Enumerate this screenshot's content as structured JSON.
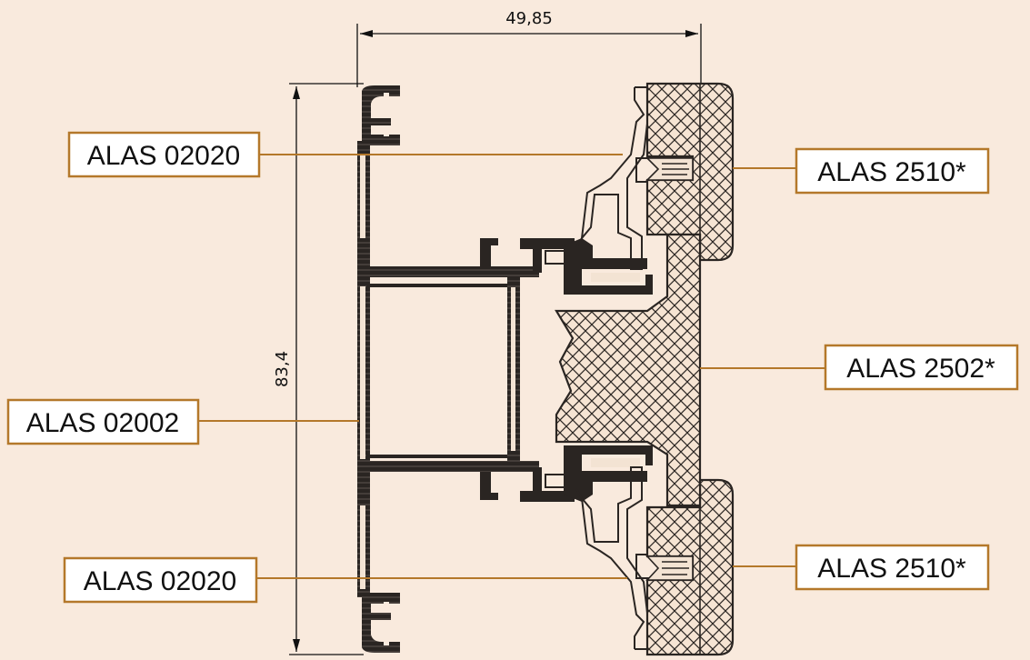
{
  "dimensions": {
    "width_label": "49,85",
    "height_label": "83,4"
  },
  "callouts": {
    "top_left": "ALAS 02020",
    "middle_left": "ALAS 02002",
    "bottom_left": "ALAS 02020",
    "top_right": "ALAS 2510*",
    "middle_right": "ALAS 2502*",
    "bottom_right": "ALAS 2510*"
  },
  "colors": {
    "background": "#f9eadd",
    "leader": "#b4782a",
    "profile_dark": "#2a2522",
    "profile_fill": "#f3e3d3",
    "ink": "#111111"
  }
}
